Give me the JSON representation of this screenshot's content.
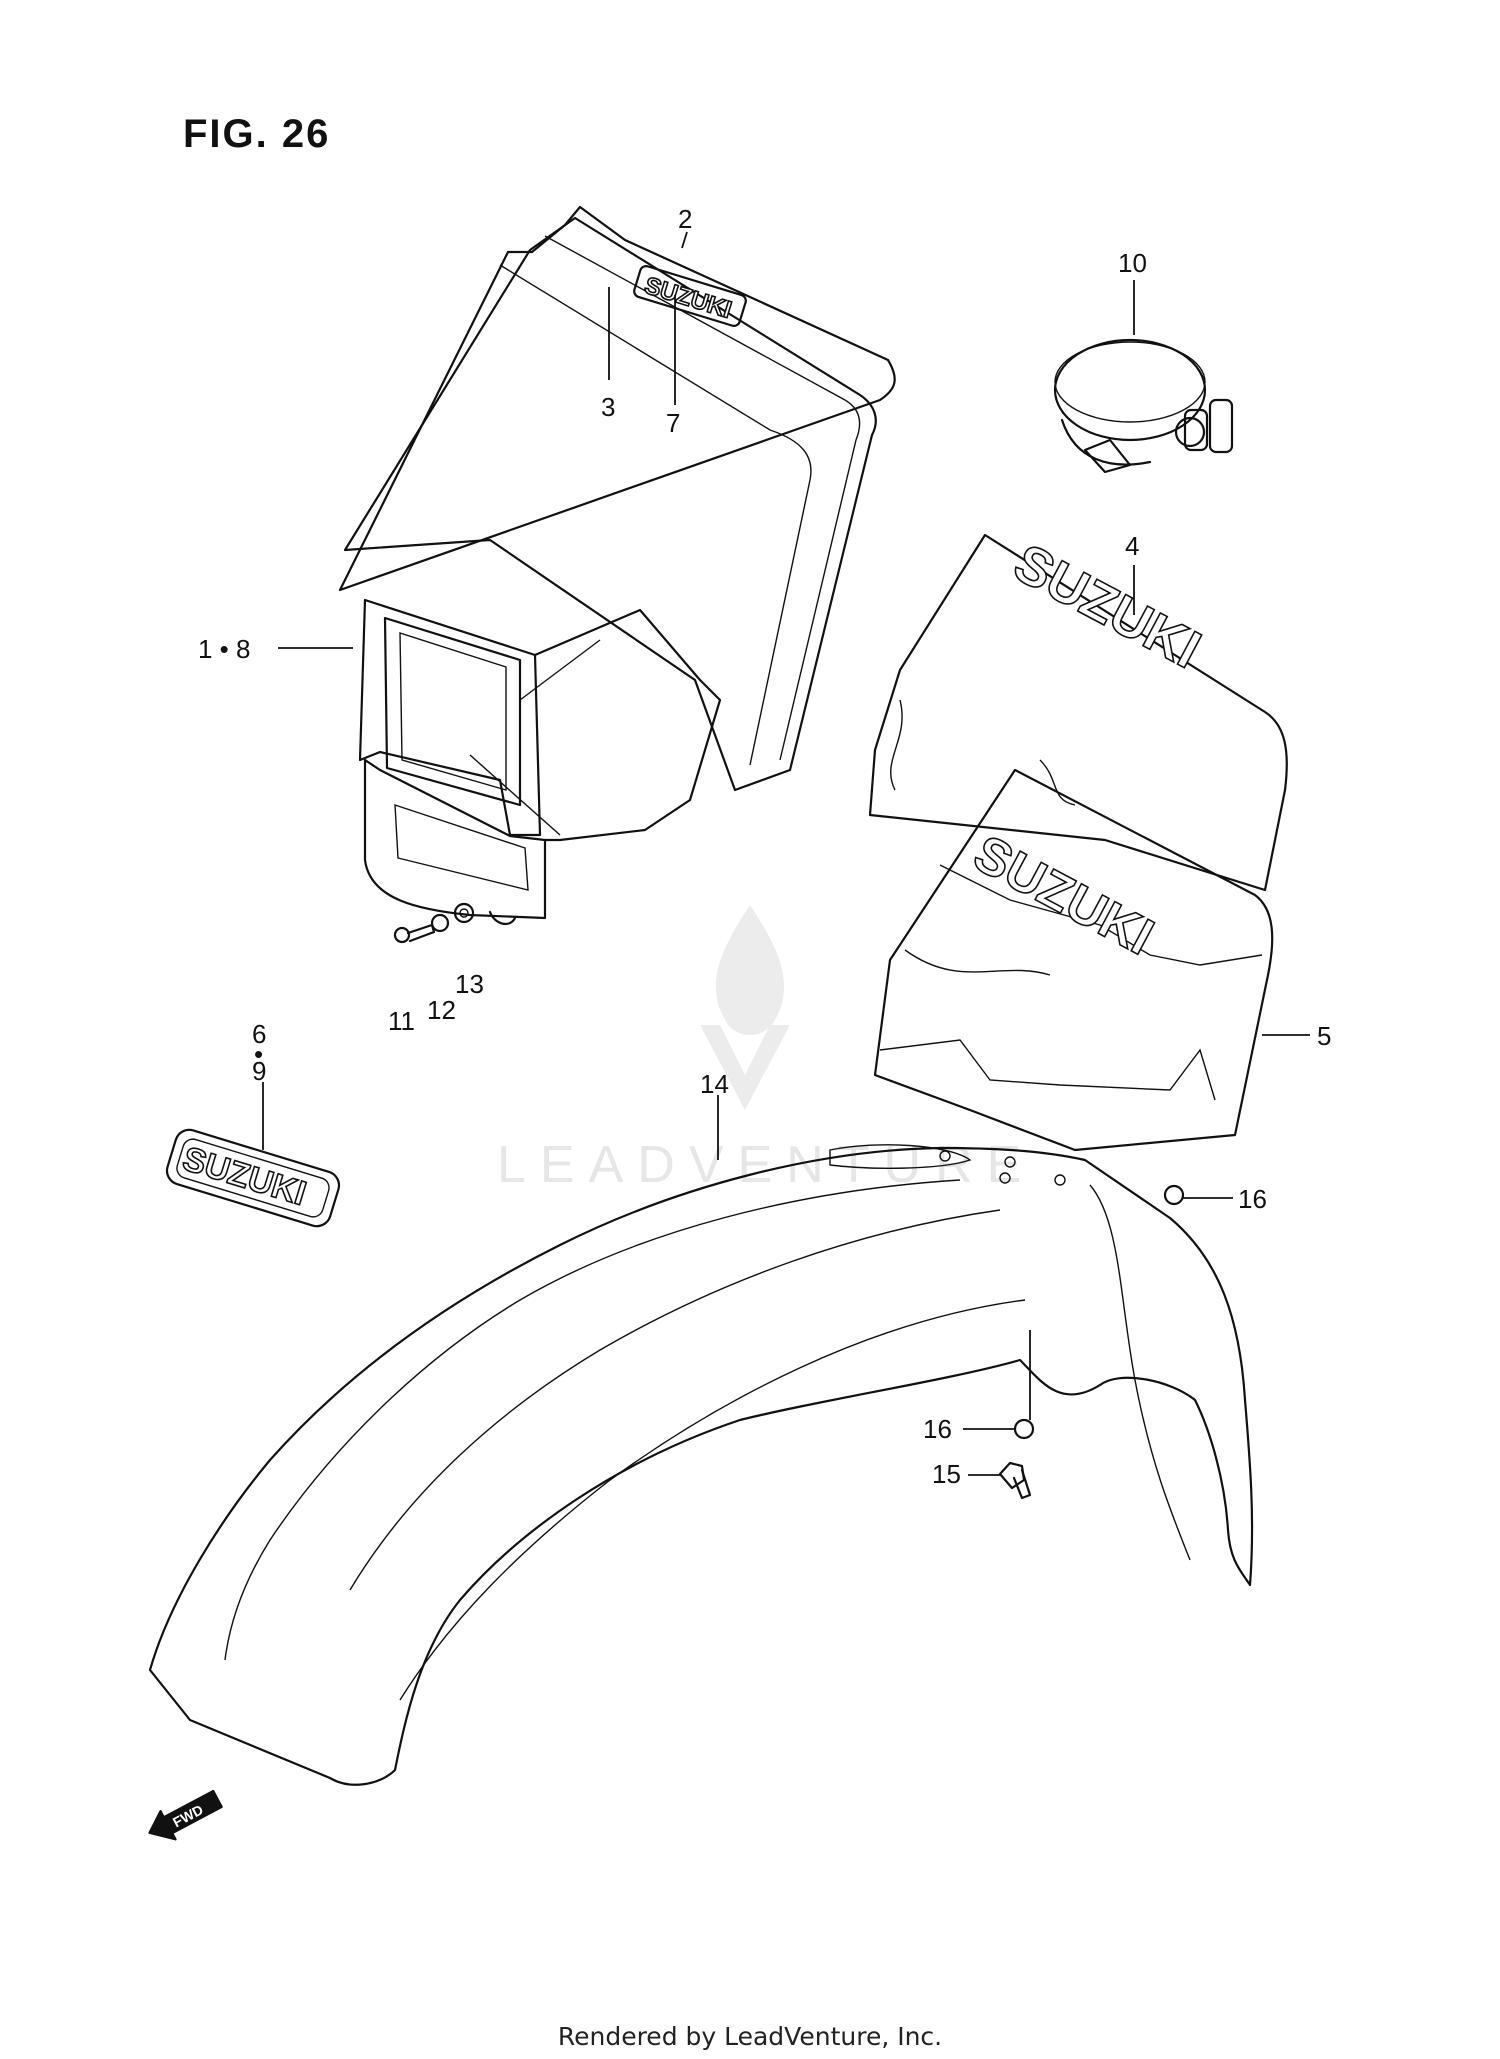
{
  "figure": {
    "title": "FIG. 26"
  },
  "footer": {
    "text": "Rendered by LeadVenture, Inc."
  },
  "watermark": {
    "text": "LEADVENTURE",
    "color": "#e6e6e6"
  },
  "fwd_arrow": {
    "label": "FWD"
  },
  "logos": {
    "decal_text": "SUZUKI"
  },
  "callouts": {
    "c1_8": "1 • 8",
    "c2": "2",
    "c3": "3",
    "c4": "4",
    "c5": "5",
    "c6": "6",
    "c6_dot": "•",
    "c7": "7",
    "c9": "9",
    "c10": "10",
    "c11": "11",
    "c12": "12",
    "c13": "13",
    "c14": "14",
    "c15": "15",
    "c16_right": "16",
    "c16_lower": "16"
  }
}
